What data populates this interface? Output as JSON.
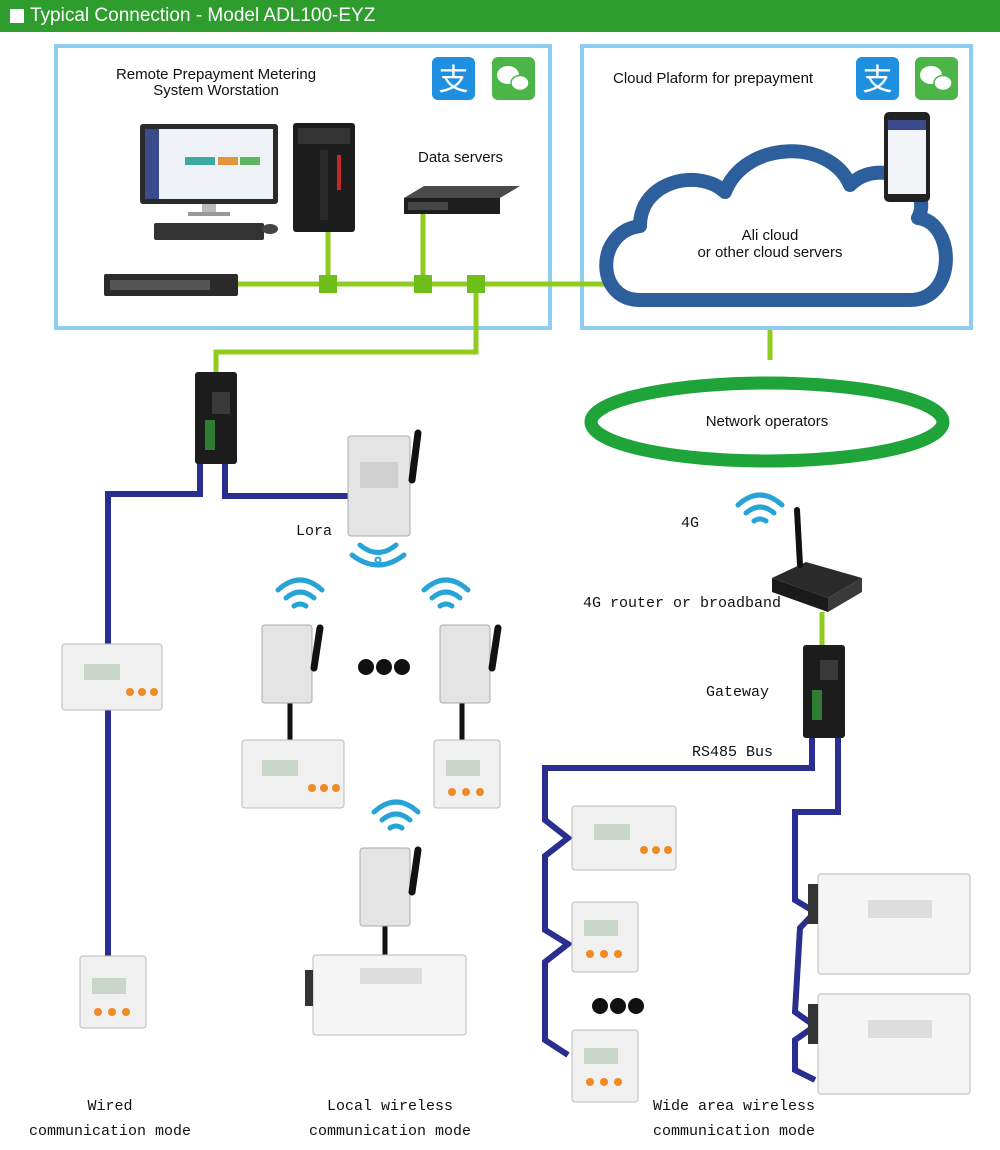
{
  "header": {
    "title": "Typical Connection - Model ADL100-EYZ"
  },
  "left_box": {
    "title_line1": "Remote Prepayment Metering",
    "title_line2": "System Worstation",
    "data_servers": "Data servers"
  },
  "right_box": {
    "title": "Cloud Plaform for prepayment"
  },
  "cloud": {
    "line1": "Ali cloud",
    "line2": "or other cloud servers"
  },
  "network": {
    "label": "Network operators"
  },
  "labels": {
    "lora": "Lora",
    "four_g": "4G",
    "router": "4G router or broadband",
    "gateway": "Gateway",
    "rs485": "RS485 Bus"
  },
  "modes": {
    "wired_1": "Wired",
    "wired_2": "communication mode",
    "local_1": "Local wireless",
    "local_2": "communication mode",
    "wide_1": "Wide area wireless",
    "wide_2": "communication mode"
  },
  "colors": {
    "header": "#2e9d2e",
    "box_border": "#8ecdef",
    "ethernet": "#8fcc1f",
    "rs485": "#2a2f8f",
    "cloud": "#2d5f9c",
    "network_ring": "#1fa43a"
  }
}
